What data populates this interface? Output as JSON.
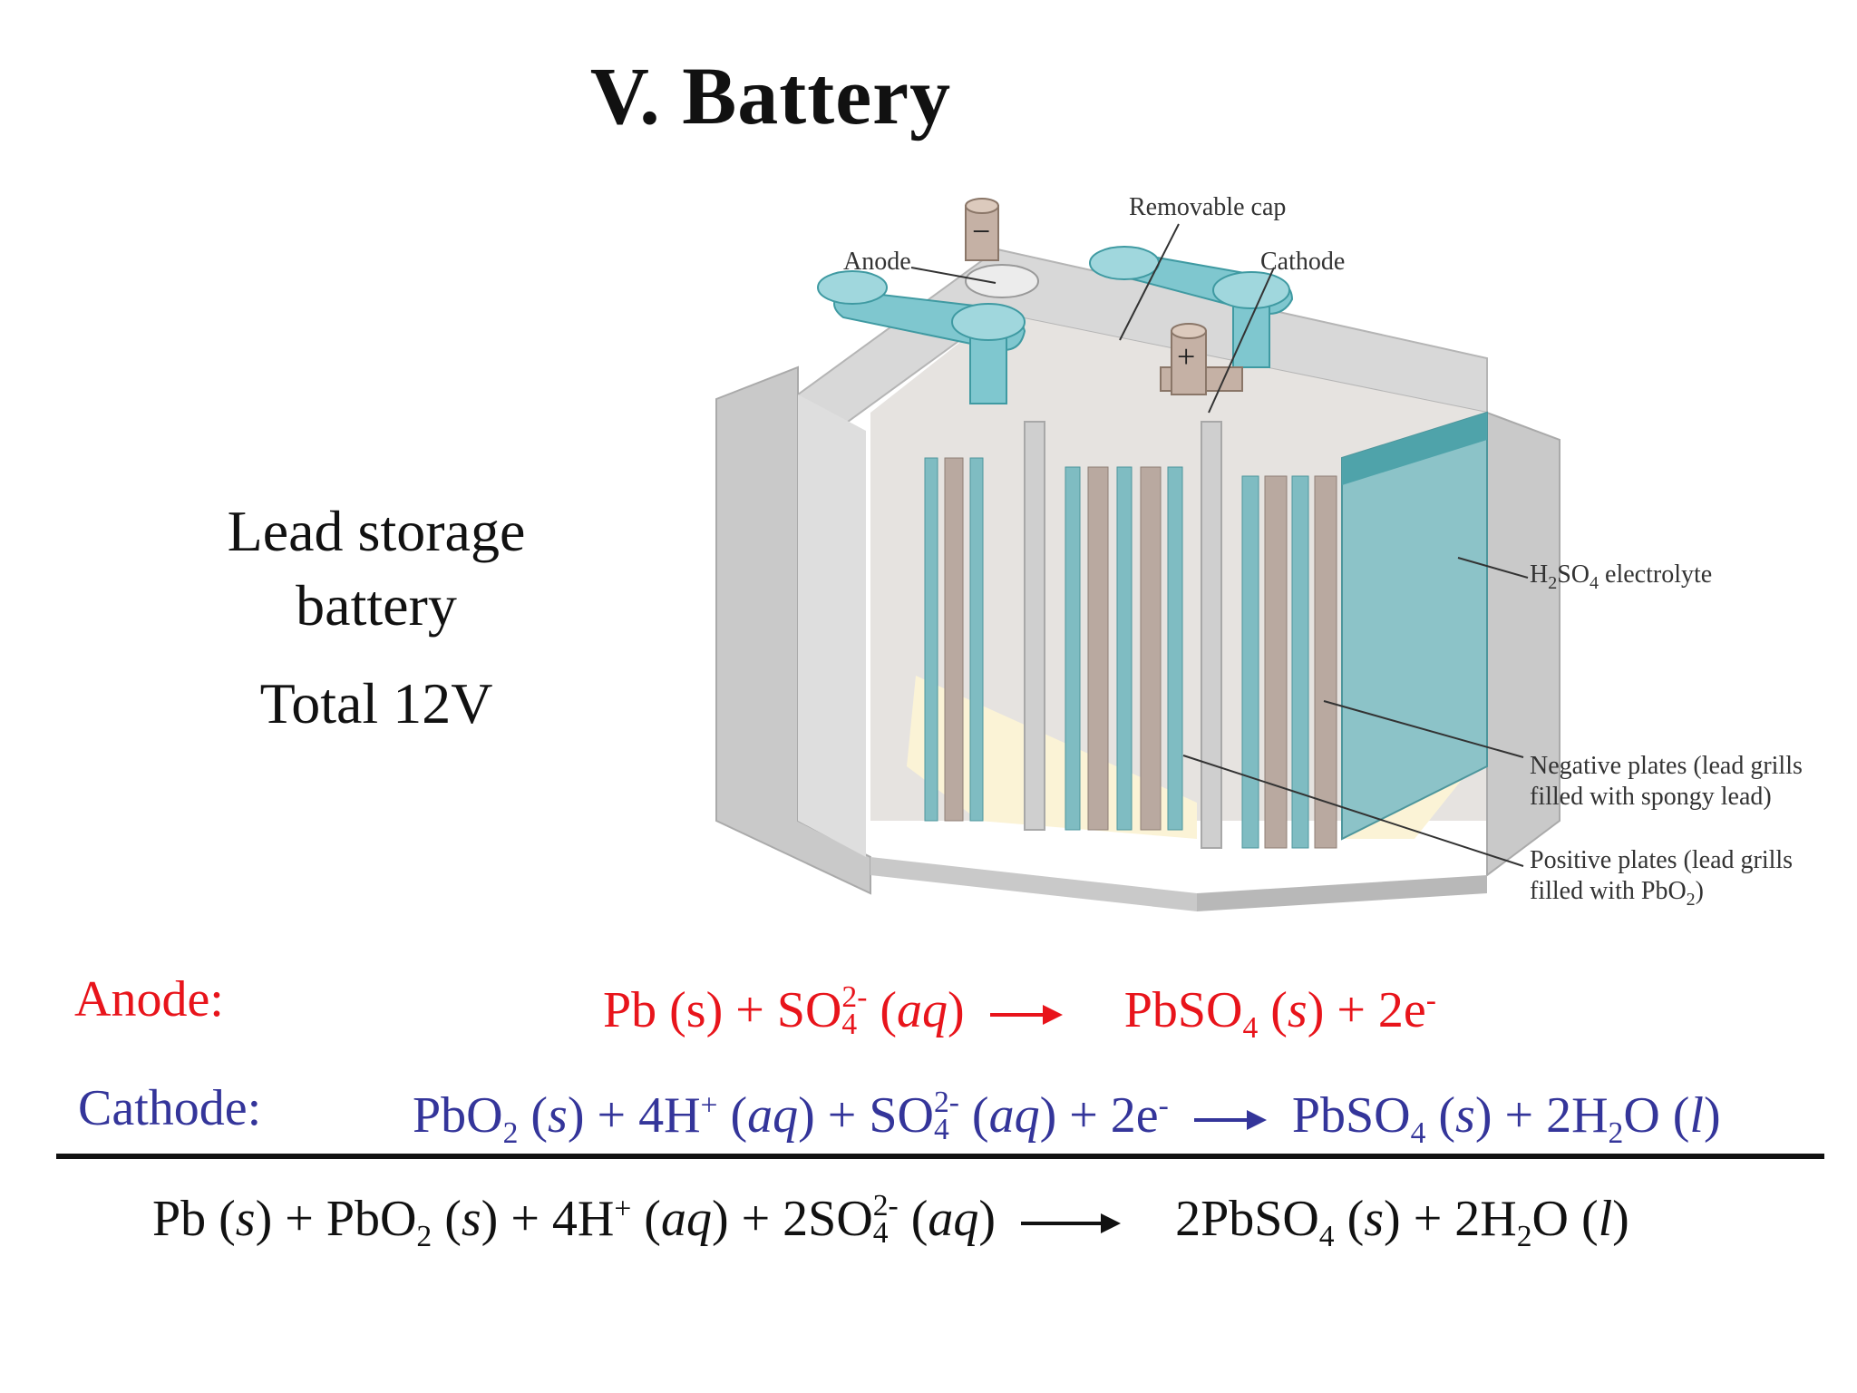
{
  "title": "V. Battery",
  "side": {
    "line1": "Lead storage battery",
    "line2": "Total 12V"
  },
  "figure": {
    "labels": {
      "removable_cap": "Removable cap",
      "anode": "Anode",
      "cathode": "Cathode",
      "electrolyte_a": "H",
      "electrolyte_b": "2",
      "electrolyte_c": "SO",
      "electrolyte_d": "4",
      "electrolyte_e": " electrolyte",
      "neg_line1": "Negative plates (lead grills",
      "neg_line2": "filled with spongy lead)",
      "pos_line1": "Positive plates (lead grills",
      "pos_line2a": "filled with PbO",
      "pos_line2b": "2",
      "pos_line2c": ")"
    },
    "terminal_minus": "−",
    "terminal_plus": "+"
  },
  "colors": {
    "anode": "#e8141b",
    "cathode": "#34359a",
    "overall": "#111111",
    "plate_teal": "#7fbcc2",
    "plate_brown": "#b9a9a0",
    "case_gray": "#c9c9c9",
    "electrolyte": "#fbf3d6"
  },
  "equations": {
    "anode": {
      "label": "Anode:",
      "reactants": {
        "a": "Pb (s) + SO",
        "ion_sup": "2-",
        "ion_sub": "4",
        "b": " (",
        "c": "aq",
        "d": ")"
      },
      "products": {
        "a": "PbSO",
        "sub": "4",
        "b": " (",
        "c": "s",
        "d": ") + 2e",
        "sup": "-"
      }
    },
    "cathode": {
      "label": "Cathode:",
      "reactants": {
        "a": "PbO",
        "sub1": "2",
        "b": " (",
        "c": "s",
        "d": ") + 4H",
        "sup1": "+",
        "e": " (",
        "f": "aq",
        "g": ") + SO",
        "ion_sup": "2-",
        "ion_sub": "4",
        "h": " (",
        "i": "aq",
        "j": ") + 2e",
        "sup2": "-"
      },
      "products": {
        "a": "PbSO",
        "sub1": "4",
        "b": " (",
        "c": "s",
        "d": ") + 2H",
        "sub2": "2",
        "e": "O (",
        "f": "l",
        "g": ")"
      }
    },
    "overall": {
      "reactants": {
        "a": "Pb (",
        "b": "s",
        "c": ") + PbO",
        "sub1": "2",
        "d": " (",
        "e": "s",
        "f": ") + 4H",
        "sup1": "+",
        "g": " (",
        "h": "aq",
        "i": ") + 2SO",
        "ion_sup": "2-",
        "ion_sub": "4",
        "j": " (",
        "k": "aq",
        "l": ")"
      },
      "products": {
        "a": "2PbSO",
        "sub1": "4",
        "b": " (",
        "c": "s",
        "d": ") + 2H",
        "sub2": "2",
        "e": "O (",
        "f": "l",
        "g": ")"
      }
    }
  }
}
